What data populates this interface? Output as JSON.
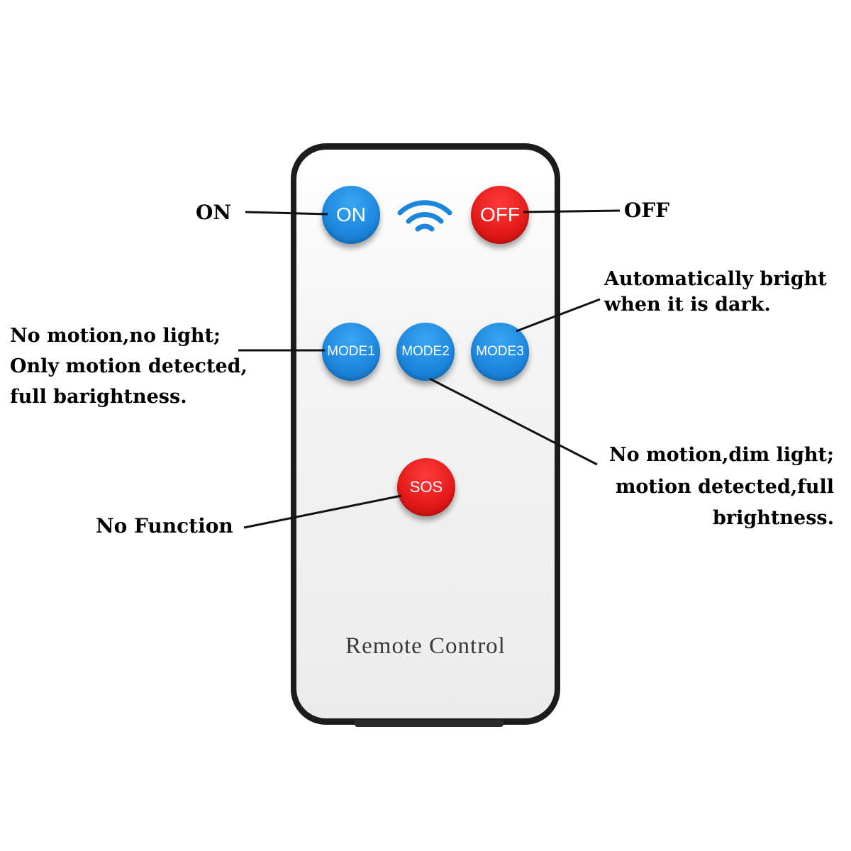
{
  "remote": {
    "title": "Remote Control",
    "buttons": {
      "on": "ON",
      "off": "OFF",
      "mode1": "MODE1",
      "mode2": "MODE2",
      "mode3": "MODE3",
      "sos": "SOS"
    },
    "signal_icon": "wifi-icon"
  },
  "annotations": {
    "on": "ON",
    "off": "OFF",
    "mode3": [
      "Automatically bright",
      "when it is dark."
    ],
    "mode1": [
      "No motion,no light;",
      "Only motion detected,",
      "full barightness."
    ],
    "mode2": [
      "No motion,dim light;",
      "motion detected,full",
      "brightness."
    ],
    "sos": "No Function"
  },
  "colors": {
    "blue_button": "#1c86dd",
    "red_button": "#e31919",
    "remote_body": "#1c1c1c",
    "remote_face": "#f4f4f4"
  }
}
